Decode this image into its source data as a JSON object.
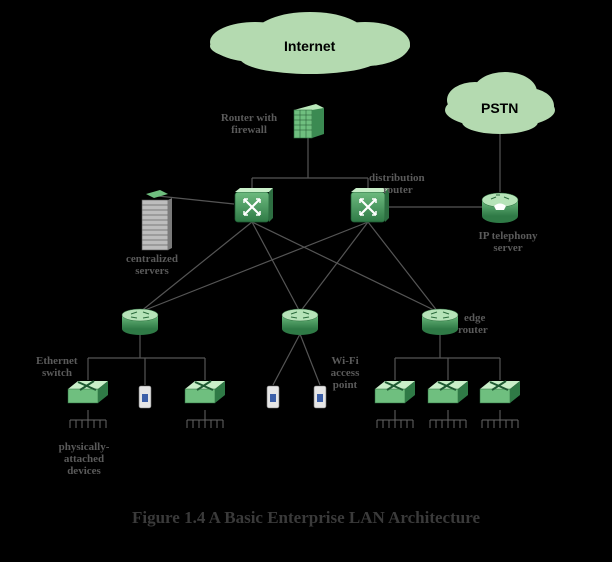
{
  "clouds": {
    "internet": "Internet",
    "pstn": "PSTN"
  },
  "labels": {
    "router_firewall": [
      "Router with",
      "firewall"
    ],
    "distribution_router": [
      "distribution",
      "router"
    ],
    "centralized_servers": [
      "centralized",
      "servers"
    ],
    "ip_telephony": [
      "IP telephony",
      "server"
    ],
    "edge_router": [
      "edge",
      "router"
    ],
    "ethernet_switch": [
      "Ethernet",
      "switch"
    ],
    "wifi_access_point": [
      "Wi-Fi",
      "access",
      "point"
    ],
    "physically_attached": [
      "physically-",
      "attached",
      "devices"
    ]
  },
  "caption": "Figure 1.4  A Basic Enterprise LAN Architecture",
  "colors": {
    "background": "#000000",
    "cloud": "#b4dab0",
    "device": "#7cc78c",
    "device_dark": "#3e8a55",
    "line": "#555555",
    "label": "#5a5a5a"
  },
  "icons": [
    "cloud",
    "firewall-router-icon",
    "router-icon",
    "server-rack-icon",
    "ip-phone-router-icon",
    "switch-icon",
    "wifi-access-point-icon",
    "device-port-icon"
  ]
}
